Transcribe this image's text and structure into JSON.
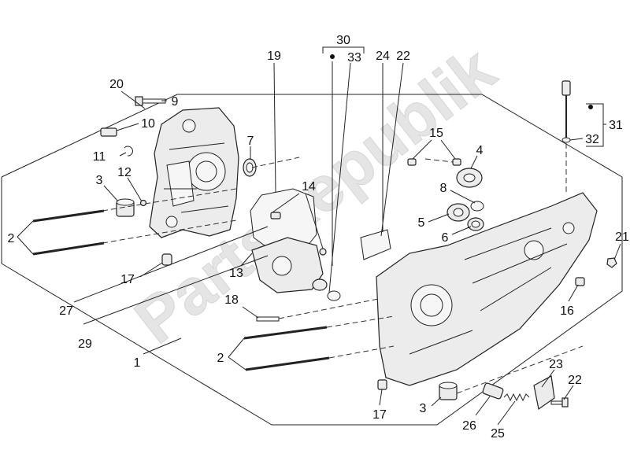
{
  "watermark": "PartsRepublik",
  "callouts": {
    "c1": "1",
    "c2a": "2",
    "c2b": "2",
    "c3a": "3",
    "c3b": "3",
    "c4": "4",
    "c5": "5",
    "c6": "6",
    "c7": "7",
    "c8": "8",
    "c9": "9",
    "c10": "10",
    "c11": "11",
    "c12": "12",
    "c13": "13",
    "c14": "14",
    "c15": "15",
    "c16": "16",
    "c17a": "17",
    "c17b": "17",
    "c18": "18",
    "c19": "19",
    "c20": "20",
    "c21": "21",
    "c22a": "22",
    "c22b": "22",
    "c23": "23",
    "c24": "24",
    "c25": "25",
    "c26": "26",
    "c27": "27",
    "c29": "29",
    "c30": "30",
    "c31": "31",
    "c32": "32",
    "c33": "33"
  }
}
